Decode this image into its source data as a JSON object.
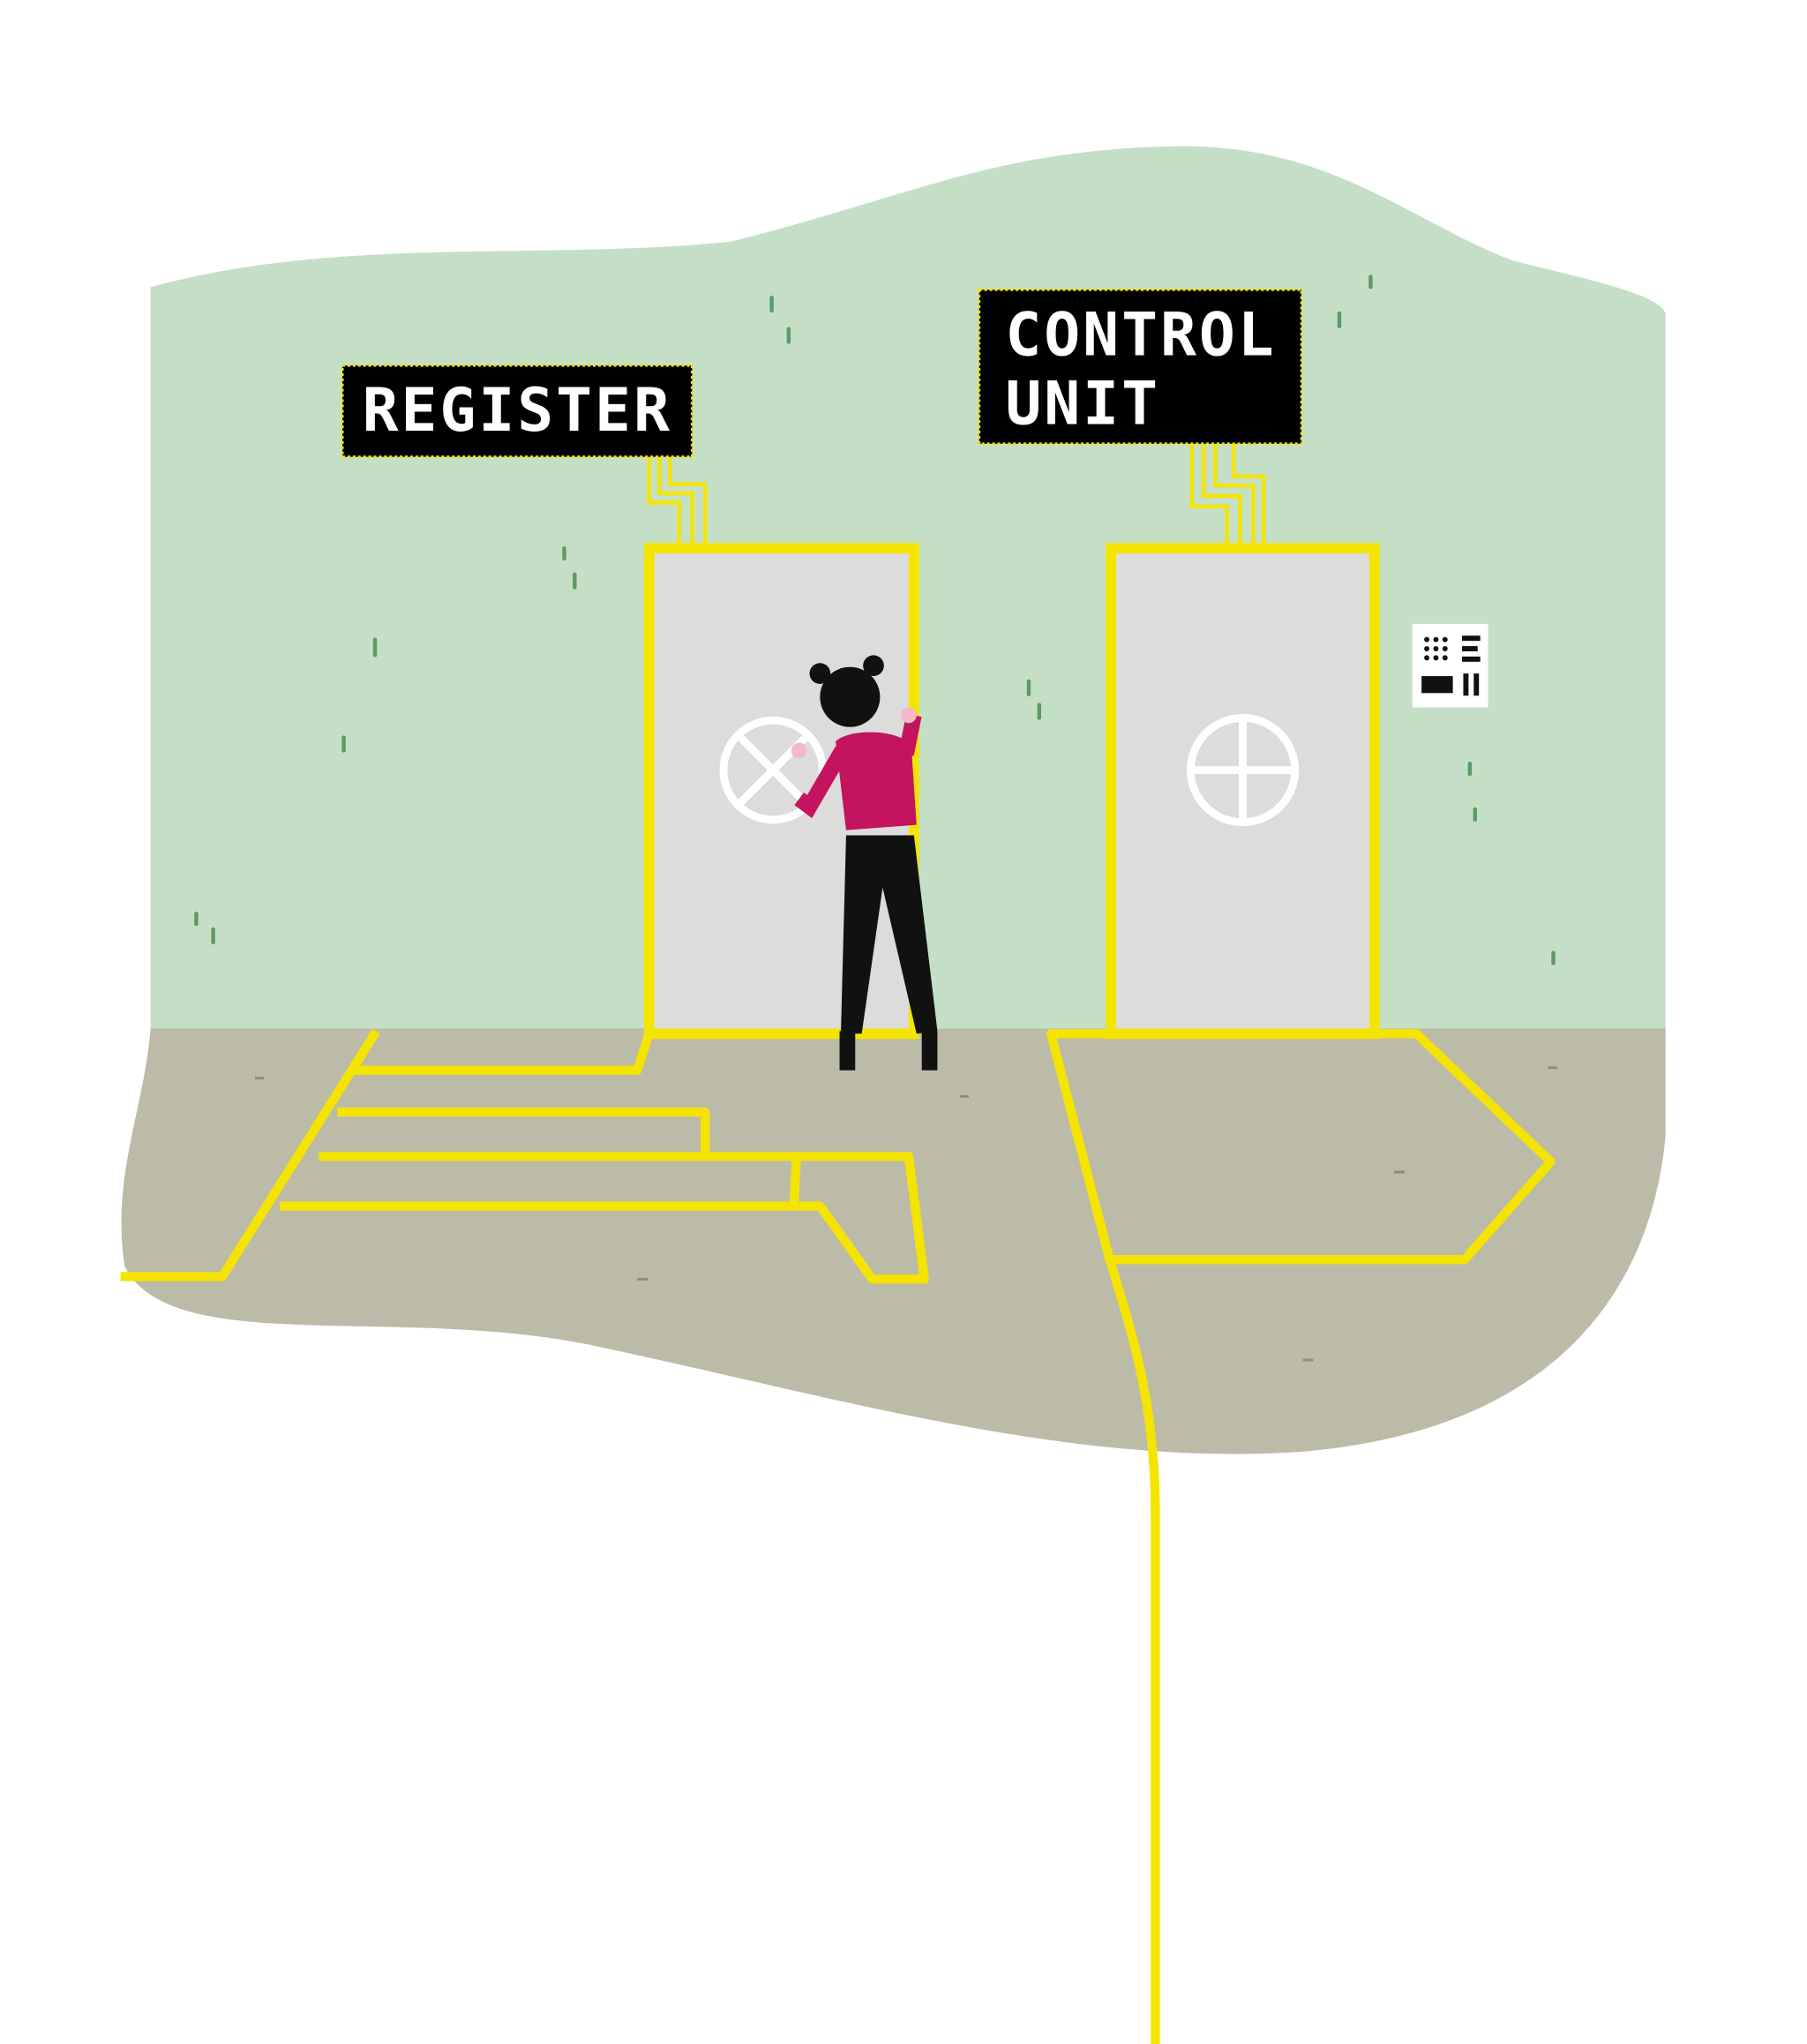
{
  "illustration": {
    "signs": {
      "register": {
        "label": "REGISTER"
      },
      "control_unit": {
        "line1": "CONTROL",
        "line2": "UNIT"
      }
    },
    "colors": {
      "wall": "#c5dfc7",
      "floor": "#bcbba8",
      "door": "#dcdcdc",
      "line": "#f5e400",
      "sign": "#000000",
      "shirt": "#c4135f"
    }
  }
}
